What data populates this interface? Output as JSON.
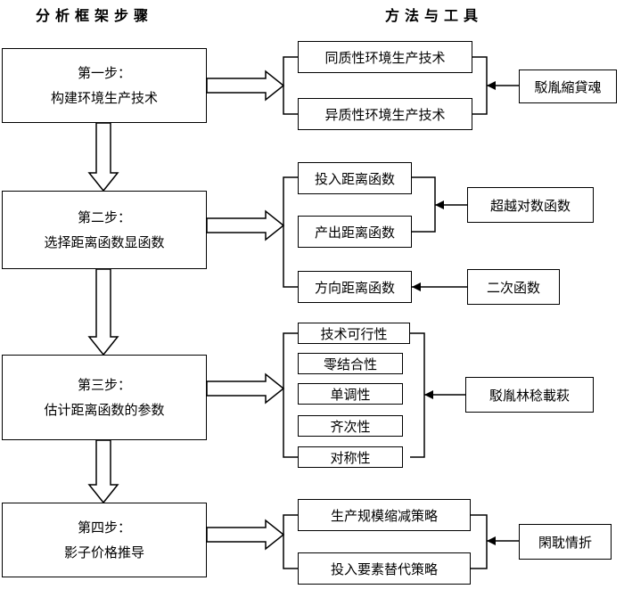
{
  "headers": {
    "left": "分析框架步骤",
    "right": "方法与工具"
  },
  "steps": [
    {
      "title": "第一步：",
      "desc": "构建环境生产技术"
    },
    {
      "title": "第二步：",
      "desc": "选择距离函数显函数"
    },
    {
      "title": "第三步：",
      "desc": "估计距离函数的参数"
    },
    {
      "title": "第四步：",
      "desc": "影子价格推导"
    }
  ],
  "group1": {
    "methods": [
      "同质性环境生产技术",
      "异质性环境生产技术"
    ],
    "tool": "駁胤縮貸魂"
  },
  "group2": {
    "methods": [
      "投入距离函数",
      "产出距离函数",
      "方向距离函数"
    ],
    "tool_upper": "超越对数函数",
    "tool_lower": "二次函数"
  },
  "group3": {
    "methods": [
      "技术可行性",
      "零结合性",
      "单调性",
      "齐次性",
      "对称性"
    ],
    "tool": "駁胤林稔載萩"
  },
  "group4": {
    "methods": [
      "生产规模缩减策略",
      "投入要素替代策略"
    ],
    "tool": "閑耽情折"
  }
}
